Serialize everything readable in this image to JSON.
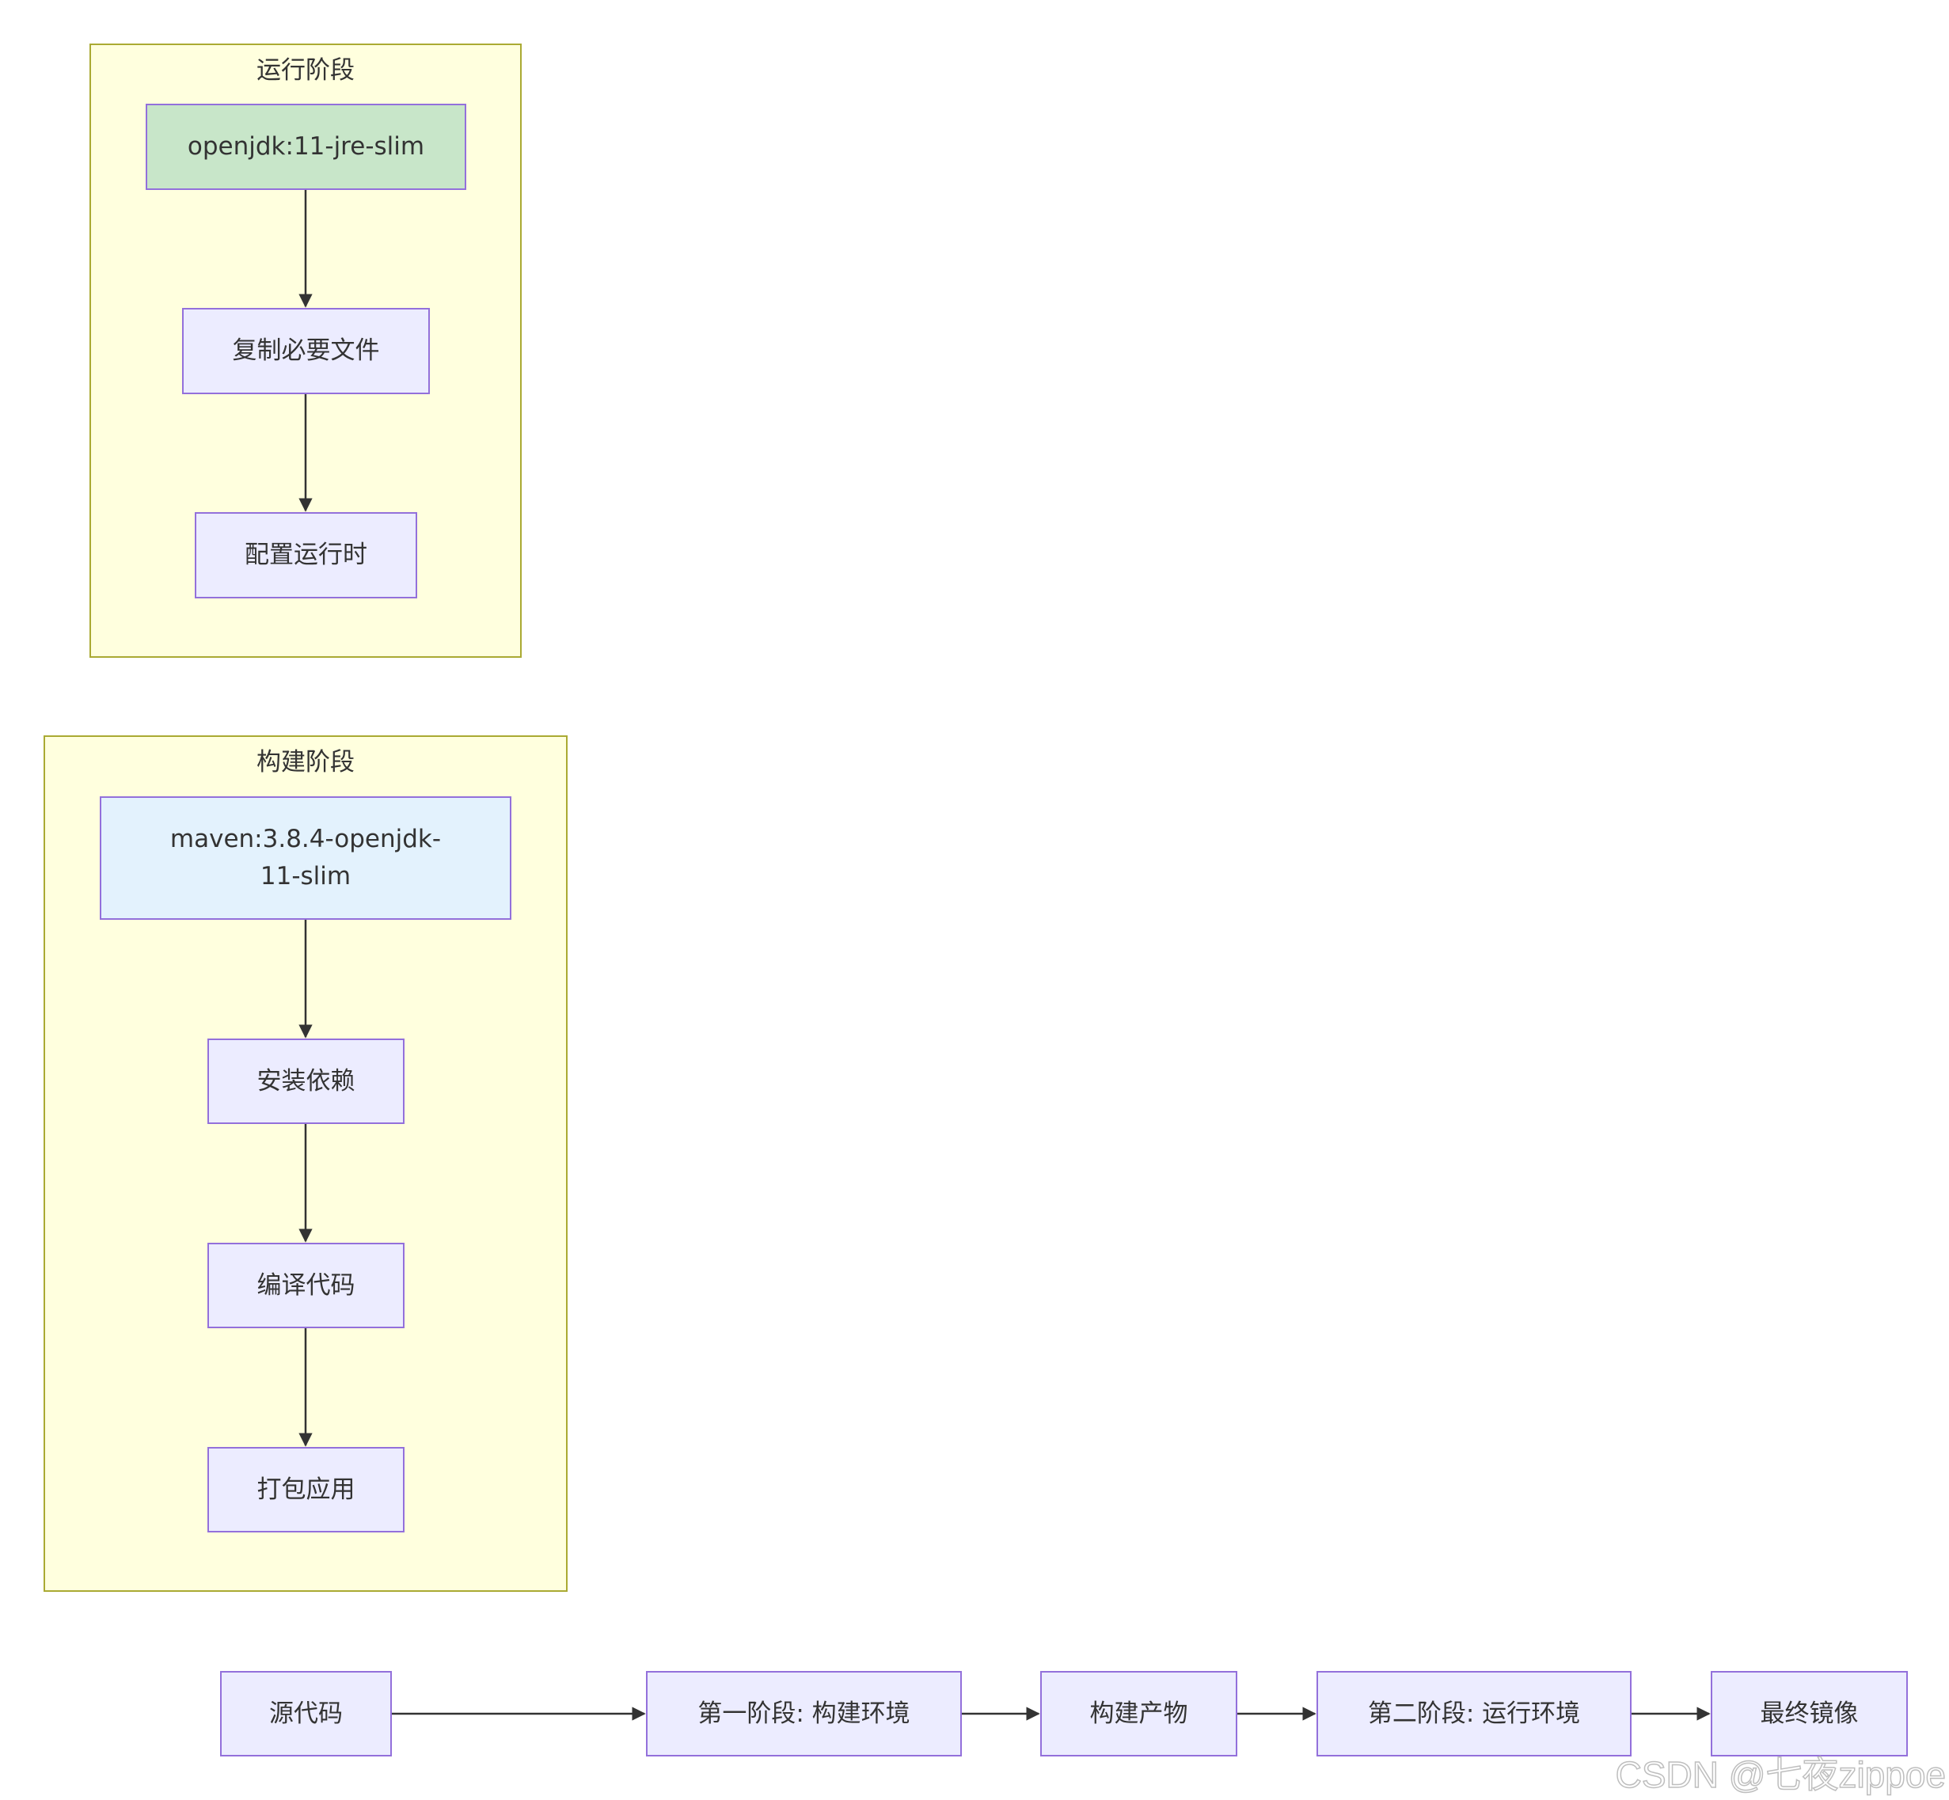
{
  "clusters": {
    "runtime": {
      "title": "运行阶段",
      "nodes": {
        "base": "openjdk:11-jre-slim",
        "copy": "复制必要文件",
        "configure": "配置运行时"
      }
    },
    "build": {
      "title": "构建阶段",
      "nodes": {
        "base": "maven:3.8.4-openjdk-11-slim",
        "install": "安装依赖",
        "compile": "编译代码",
        "package": "打包应用"
      }
    }
  },
  "flow": {
    "source": "源代码",
    "stage1": "第一阶段: 构建环境",
    "artifact": "构建产物",
    "stage2": "第二阶段: 运行环境",
    "final": "最终镜像"
  },
  "watermark": "CSDN @七夜zippoe",
  "colors": {
    "cluster_fill": "#ffffde",
    "cluster_border": "#aaaa33",
    "node_fill": "#ececff",
    "node_border": "#9370db",
    "runtime_base_fill": "#c8e6c9",
    "build_base_fill": "#e3f2fd",
    "edge": "#333333"
  }
}
